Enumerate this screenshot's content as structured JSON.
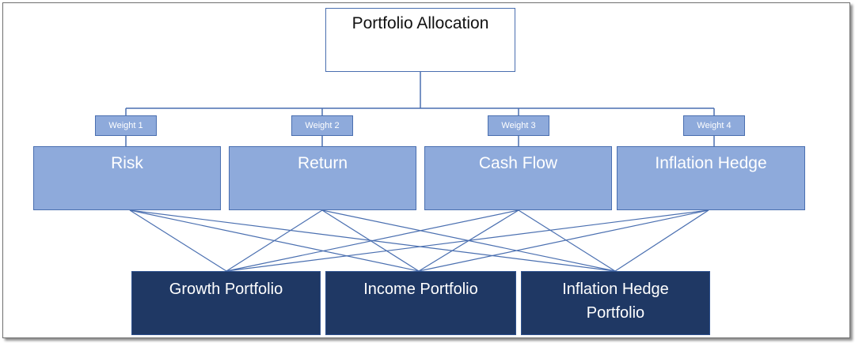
{
  "colors": {
    "root_fill": "#ffffff",
    "root_border": "#4a6fb0",
    "criterion_fill": "#8eaadb",
    "portfolio_fill": "#1f3864",
    "connector": "#4a6fb0",
    "text_dark": "#111111",
    "text_light": "#ffffff"
  },
  "root": {
    "label": "Portfolio Allocation"
  },
  "criteria": [
    {
      "label": "Risk",
      "weight": "Weight 1"
    },
    {
      "label": "Return",
      "weight": "Weight 2"
    },
    {
      "label": "Cash Flow",
      "weight": "Weight 3"
    },
    {
      "label": "Inflation Hedge",
      "weight": "Weight 4"
    }
  ],
  "portfolios": [
    {
      "label": "Growth Portfolio"
    },
    {
      "label": "Income Portfolio"
    },
    {
      "label": "Inflation Hedge\nPortfolio"
    }
  ]
}
